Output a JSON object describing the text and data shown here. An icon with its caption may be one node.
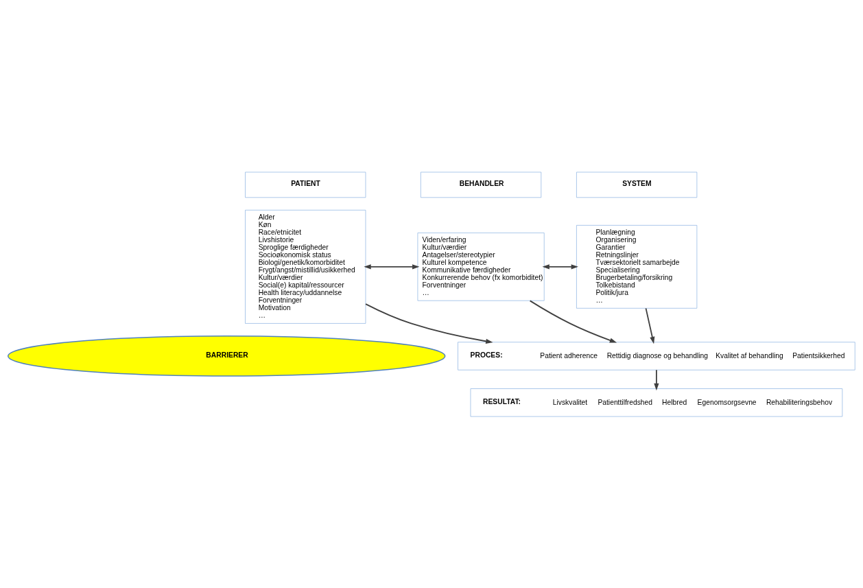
{
  "diagram": {
    "nodes": [
      {
        "text": [
          "PATIENT"
        ]
      },
      {
        "text": [
          "Alder",
          "Køn",
          "Race/etnicitet",
          "Livshistorie",
          "Sproglige færdigheder",
          "Socioøkonomisk status",
          "Biologi/genetik/komorbiditet",
          "Frygt/angst/mistillid/usikkerhed",
          "Kultur/værdier",
          "Social(e) kapital/ressourcer",
          "Health literacy/uddannelse",
          "Forventninger",
          "Motivation",
          "…"
        ]
      },
      {
        "text": [
          "BEHANDLER"
        ]
      },
      {
        "text": [
          "Viden/erfaring",
          "Kultur/værdier",
          "Antagelser/stereotypier",
          "Kulturel kompetence",
          "Kommunikative færdigheder",
          "Konkurrerende behov (fx komorbiditet)",
          "Forventninger",
          "…"
        ]
      },
      {
        "text": [
          "SYSTEM"
        ]
      },
      {
        "text": [
          "Planlægning",
          "Organisering",
          "Garantier",
          "Retningslinjer",
          "Tværsektorielt samarbejde",
          "Specialisering",
          "Brugerbetaling/forsikring",
          "Tolkebistand",
          "Politik/jura",
          "…"
        ]
      },
      {
        "text": [
          "BARRIERER"
        ]
      },
      {
        "text": [
          "PROCES:",
          "Patient adherence",
          "Rettidig diagnose og behandling",
          "Kvalitet af behandling",
          "Patientsikkerhed"
        ]
      },
      {
        "text": [
          "RESULTAT:",
          "Livskvalitet",
          "Patienttilfredshed",
          "Helbred",
          "Egenomsorgsevne",
          "Rehabiliteringsbehov"
        ]
      }
    ],
    "edges": [
      {
        "from": 1,
        "to": 3,
        "arrow": "both"
      },
      {
        "from": 3,
        "to": 5,
        "arrow": "both"
      },
      {
        "from": 1,
        "to": 7,
        "arrow": "to"
      },
      {
        "from": 3,
        "to": 7,
        "arrow": "to"
      },
      {
        "from": 5,
        "to": 7,
        "arrow": "to"
      },
      {
        "from": 7,
        "to": 8,
        "arrow": "to"
      }
    ]
  }
}
